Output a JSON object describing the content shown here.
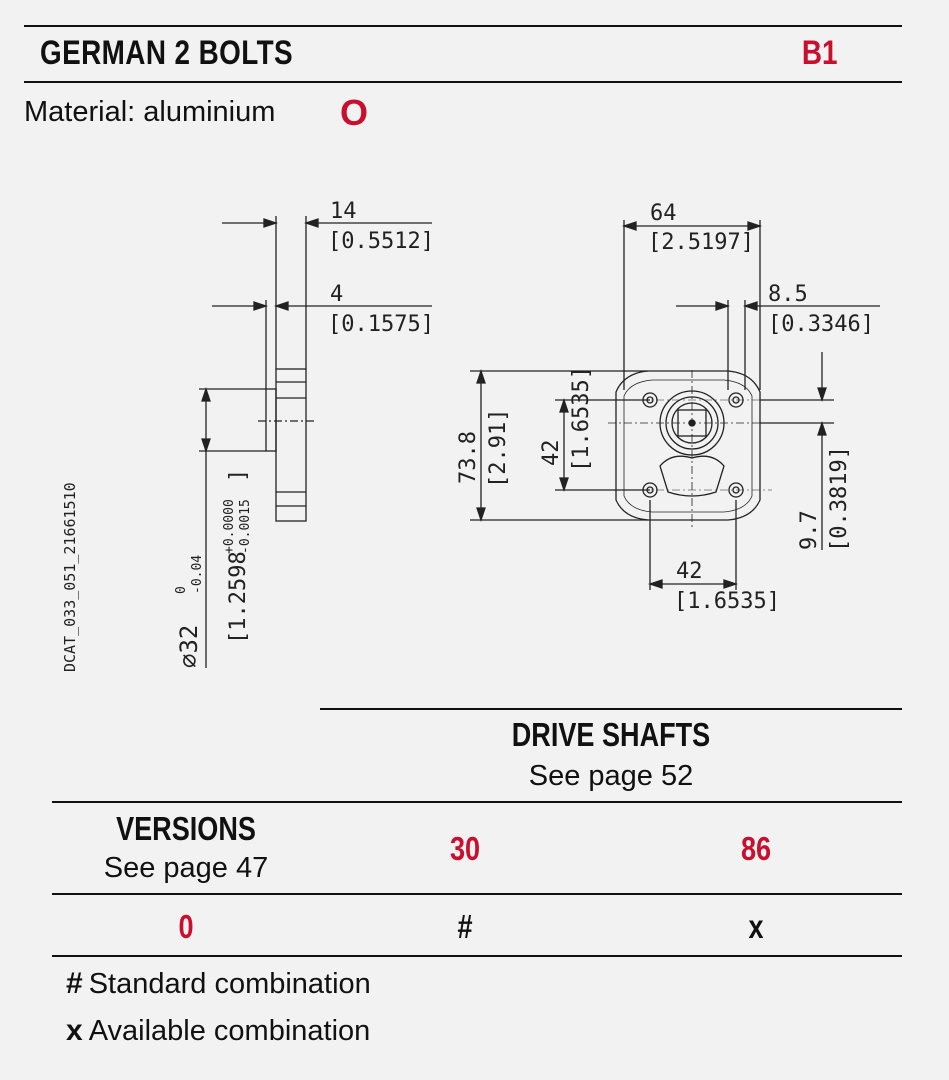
{
  "header": {
    "title": "GERMAN 2 BOLTS",
    "code": "B1"
  },
  "material": {
    "label": "Material: aluminium",
    "code": "O"
  },
  "drawing": {
    "catalog_id": "DCAT_033_051_21661510",
    "dims": {
      "d14": "14",
      "d14_in": "[0.5512]",
      "d4": "4",
      "d4_in": "[0.1575]",
      "d64": "64",
      "d64_in": "[2.5197]",
      "d85": "8.5",
      "d85_in": "[0.3346]",
      "d738": "73.8",
      "d738_in": "[2.91]",
      "d42v": "42",
      "d42v_in": "[1.6535]",
      "d97": "9.7",
      "d97_in": "[0.3819]",
      "d42h": "42",
      "d42h_in": "[1.6535]",
      "dia": "∅32",
      "dia_tol_upper": "0",
      "dia_tol_lower": "-0.04",
      "dia_in": "[1.2598",
      "dia_in_tol_upper": "+0.0000",
      "dia_in_tol_lower": "-0.0015",
      "dia_in_close": "]"
    }
  },
  "drive_shafts": {
    "title": "DRIVE SHAFTS",
    "subtitle": "See page 52"
  },
  "versions": {
    "title": "VERSIONS",
    "subtitle": "See page 47"
  },
  "table": {
    "columns": [
      "30",
      "86"
    ],
    "rows": [
      {
        "version": "0",
        "values": [
          "#",
          "x"
        ]
      }
    ]
  },
  "legend": [
    {
      "symbol": "#",
      "text": "Standard combination"
    },
    {
      "symbol": "x",
      "text": "Available combination"
    }
  ]
}
